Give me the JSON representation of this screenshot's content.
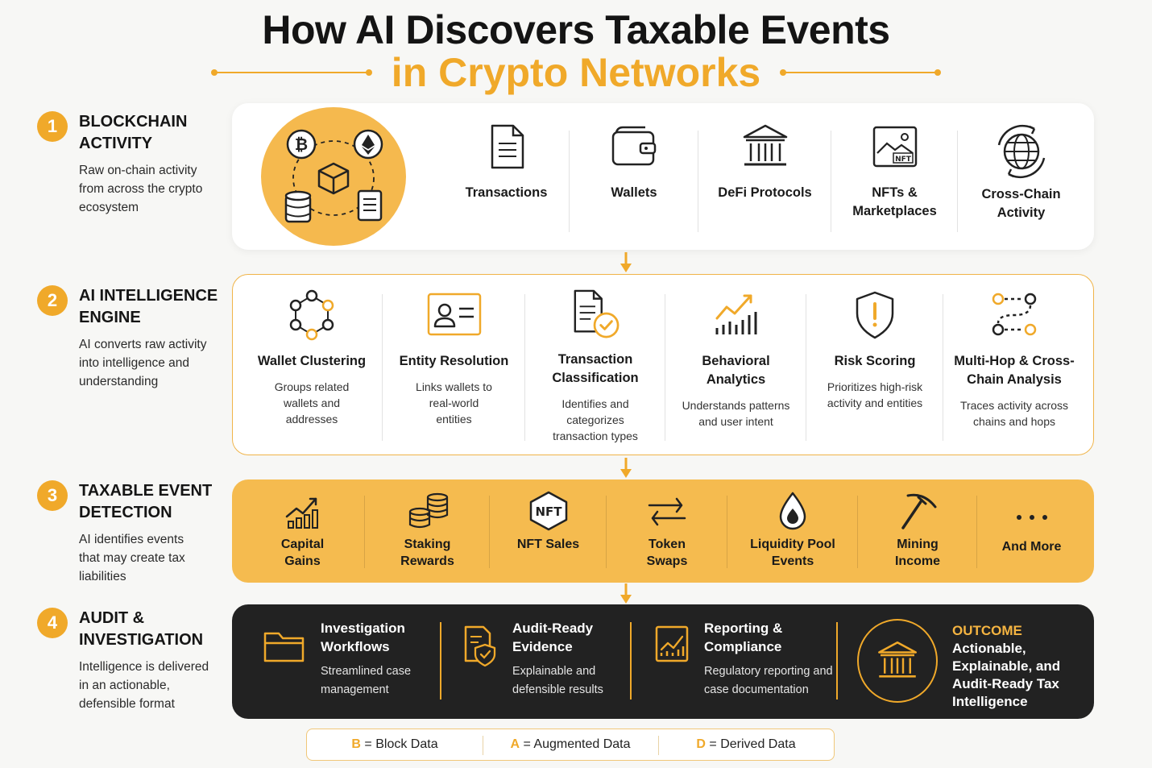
{
  "title": "How AI Discovers Taxable Events",
  "subtitle": "in Crypto Networks",
  "steps": [
    {
      "num": "1",
      "title": "BLOCKCHAIN ACTIVITY",
      "desc": "Raw on-chain activity from across the crypto ecosystem"
    },
    {
      "num": "2",
      "title": "AI INTELLIGENCE ENGINE",
      "desc": "AI converts raw activity into intelligence and understanding"
    },
    {
      "num": "3",
      "title": "TAXABLE EVENT DETECTION",
      "desc": "AI identifies events that may create tax liabilities"
    },
    {
      "num": "4",
      "title": "AUDIT & INVESTIGATION",
      "desc": "Intelligence is delivered in an actionable, defensible format"
    }
  ],
  "blockchain": {
    "hub_icons": [
      "bitcoin-icon",
      "ethereum-icon",
      "cube-icon",
      "database-icon",
      "document-icon"
    ],
    "items": [
      {
        "label": "Transactions",
        "icon": "document-icon"
      },
      {
        "label": "Wallets",
        "icon": "wallet-icon"
      },
      {
        "label": "DeFi Protocols",
        "icon": "bank-icon"
      },
      {
        "label": "NFTs & Marketplaces",
        "icon": "nft-image-icon"
      },
      {
        "label": "Cross-Chain Activity",
        "icon": "globe-icon"
      }
    ]
  },
  "engine": {
    "items": [
      {
        "label": "Wallet Clustering",
        "desc": "Groups related wallets and addresses",
        "icon": "network-icon"
      },
      {
        "label": "Entity Resolution",
        "desc": "Links wallets to real-world entities",
        "icon": "id-card-icon"
      },
      {
        "label": "Transaction Classification",
        "desc": "Identifies and categorizes transaction types",
        "icon": "doc-check-icon"
      },
      {
        "label": "Behavioral Analytics",
        "desc": "Understands patterns and user intent",
        "icon": "trend-chart-icon"
      },
      {
        "label": "Risk Scoring",
        "desc": "Prioritizes high-risk activity and entities",
        "icon": "shield-alert-icon"
      },
      {
        "label": "Multi-Hop & Cross-Chain Analysis",
        "desc": "Traces activity across chains and hops",
        "icon": "route-icon"
      }
    ]
  },
  "taxable": {
    "items": [
      {
        "label": "Capital Gains",
        "icon": "bar-growth-icon"
      },
      {
        "label": "Staking Rewards",
        "icon": "coins-icon"
      },
      {
        "label": "NFT Sales",
        "icon": "nft-hexagon-icon"
      },
      {
        "label": "Token Swaps",
        "icon": "swap-icon"
      },
      {
        "label": "Liquidity Pool Events",
        "icon": "drop-icon"
      },
      {
        "label": "Mining Income",
        "icon": "pickaxe-icon"
      },
      {
        "label": "And More",
        "icon": "more-dots-icon"
      }
    ]
  },
  "audit": {
    "items": [
      {
        "title": "Investigation Workflows",
        "desc": "Streamlined case management",
        "icon": "folder-icon"
      },
      {
        "title": "Audit-Ready Evidence",
        "desc": "Explainable and defensible results",
        "icon": "shield-doc-icon"
      },
      {
        "title": "Reporting & Compliance",
        "desc": "Regulatory reporting and case documentation",
        "icon": "report-chart-icon"
      }
    ],
    "outcome_head": "OUTCOME",
    "outcome_text": "Actionable, Explainable, and Audit-Ready Tax Intelligence",
    "outcome_icon": "bank-icon"
  },
  "legend": [
    {
      "key": "B",
      "eq": "=",
      "label": "Block Data"
    },
    {
      "key": "A",
      "eq": "=",
      "label": "Augmented Data"
    },
    {
      "key": "D",
      "eq": "=",
      "label": "Derived Data"
    }
  ],
  "colors": {
    "accent": "#f0a92a",
    "panel_yellow": "#f5bb4f",
    "dark": "#222222"
  }
}
